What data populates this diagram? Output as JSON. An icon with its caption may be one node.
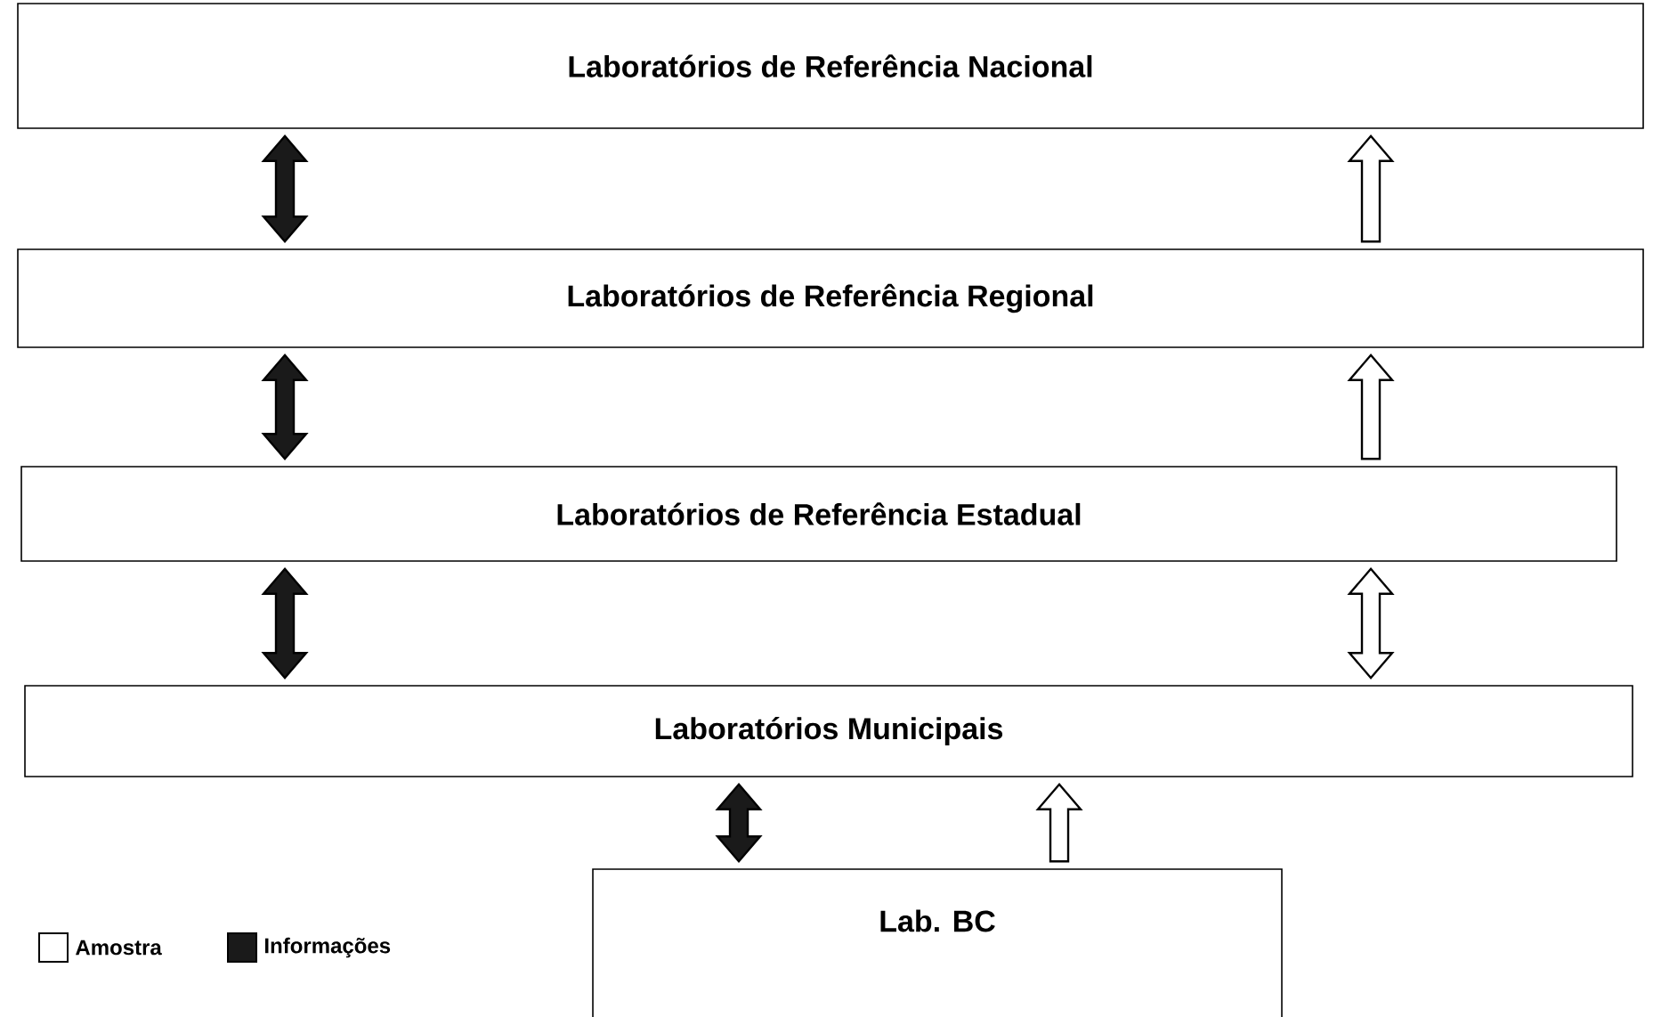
{
  "diagram": {
    "nodes": [
      {
        "text": [
          "Laboratórios de Referência Nacional"
        ]
      },
      {
        "text": [
          "Laboratórios de Referência Regional"
        ]
      },
      {
        "text": [
          "Laboratórios de Referência Estadual"
        ]
      },
      {
        "text": [
          "Laboratórios Municipais"
        ]
      },
      {
        "text": [
          "Lab. BC"
        ]
      }
    ],
    "edges": [
      {
        "from": 0,
        "to": 1,
        "arrow": "both",
        "color": "#1a1a1a"
      },
      {
        "from": 1,
        "to": 0,
        "arrow": "to",
        "color": "#ffffff"
      },
      {
        "from": 1,
        "to": 2,
        "arrow": "both",
        "color": "#1a1a1a"
      },
      {
        "from": 2,
        "to": 1,
        "arrow": "to",
        "color": "#ffffff"
      },
      {
        "from": 2,
        "to": 3,
        "arrow": "both",
        "color": "#1a1a1a"
      },
      {
        "from": 2,
        "to": 3,
        "arrow": "both",
        "color": "#ffffff"
      },
      {
        "from": 3,
        "to": 4,
        "arrow": "both",
        "color": "#1a1a1a"
      },
      {
        "from": 4,
        "to": 3,
        "arrow": "to",
        "color": "#ffffff"
      }
    ],
    "legend": [
      {
        "text": "Amostra"
      },
      {
        "text": "Informações",
        "color": "#1a1a1a"
      }
    ]
  }
}
